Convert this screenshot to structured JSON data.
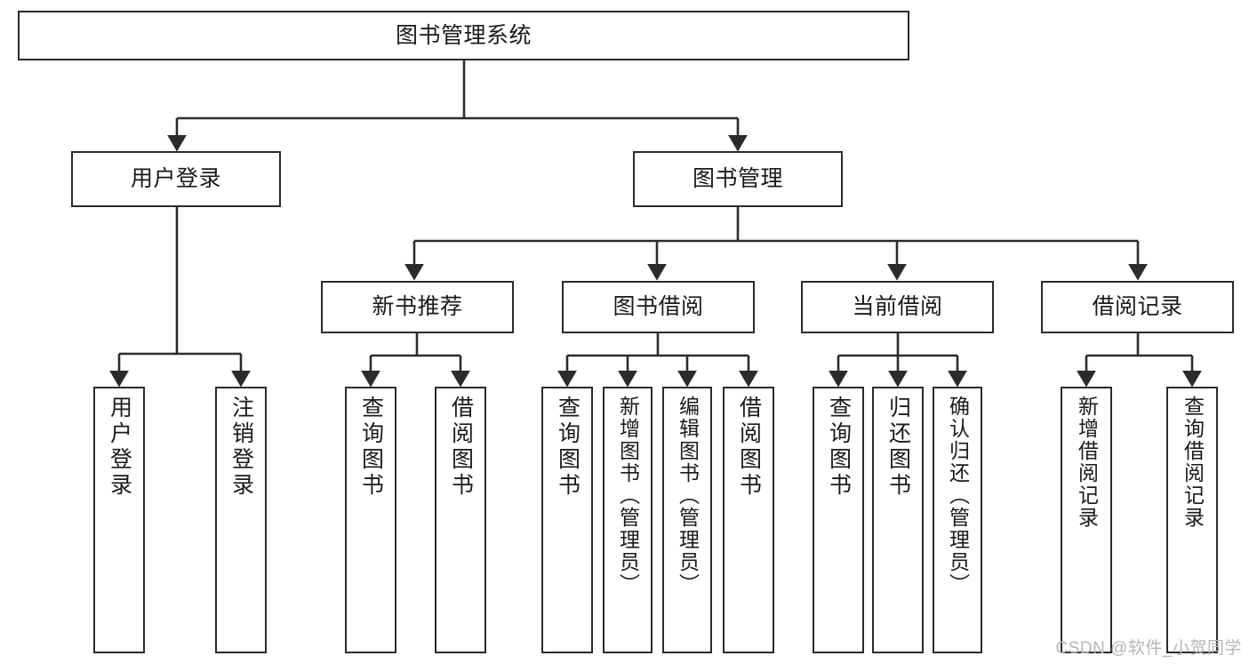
{
  "diagram": {
    "type": "tree-hierarchy-diagram",
    "title": "图书管理系统",
    "watermark": "CSDN @软件_小贺同学",
    "colors": {
      "box_border": "#2b2b2b",
      "box_fill": "#ffffff",
      "edge": "#2b2b2b",
      "text": "#1a1a1a",
      "watermark": "#b6b6b6",
      "background": "#ffffff"
    },
    "levels": {
      "root": {
        "label": "图书管理系统"
      },
      "level2": [
        {
          "id": "user-login",
          "label": "用户登录"
        },
        {
          "id": "book-management",
          "label": "图书管理"
        }
      ],
      "level3": [
        {
          "id": "new-book-recommend",
          "label": "新书推荐"
        },
        {
          "id": "book-borrow",
          "label": "图书借阅"
        },
        {
          "id": "current-borrow",
          "label": "当前借阅"
        },
        {
          "id": "borrow-record",
          "label": "借阅记录"
        }
      ],
      "leaves": [
        {
          "id": "leaf-user-login",
          "label": "用户登录",
          "parent": "user-login"
        },
        {
          "id": "leaf-user-logout",
          "label": "注销登录",
          "parent": "user-login"
        },
        {
          "id": "leaf-query-book-1",
          "label": "查询图书",
          "parent": "new-book-recommend"
        },
        {
          "id": "leaf-borrow-book-1",
          "label": "借阅图书",
          "parent": "new-book-recommend"
        },
        {
          "id": "leaf-query-book-2",
          "label": "查询图书",
          "parent": "book-borrow"
        },
        {
          "id": "leaf-add-book",
          "label": "新增图书（管理员）",
          "parent": "book-borrow"
        },
        {
          "id": "leaf-edit-book",
          "label": "编辑图书（管理员）",
          "parent": "book-borrow"
        },
        {
          "id": "leaf-borrow-book-2",
          "label": "借阅图书",
          "parent": "book-borrow"
        },
        {
          "id": "leaf-query-book-3",
          "label": "查询图书",
          "parent": "current-borrow"
        },
        {
          "id": "leaf-return-book",
          "label": "归还图书",
          "parent": "current-borrow"
        },
        {
          "id": "leaf-confirm-return",
          "label": "确认归还（管理员）",
          "parent": "current-borrow"
        },
        {
          "id": "leaf-add-record",
          "label": "新增借阅记录",
          "parent": "borrow-record"
        },
        {
          "id": "leaf-query-record",
          "label": "查询借阅记录",
          "parent": "borrow-record"
        }
      ]
    }
  }
}
